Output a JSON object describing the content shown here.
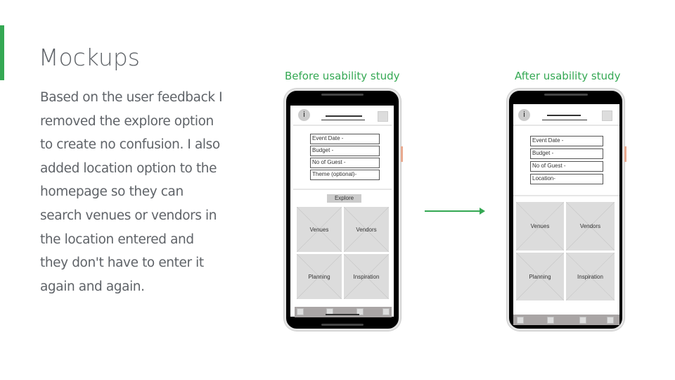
{
  "slide": {
    "title": "Mockups",
    "body": "Based on the user feedback I removed the explore option to create no confusion. I also added location option to the homepage so they can search venues or vendors in the location entered and they don't have to enter it again and again.",
    "accent_color": "#34a853"
  },
  "before": {
    "caption": "Before usability study",
    "fields": [
      "Event Date -",
      "Budget -",
      "No of Guest -",
      "Theme (optional)-"
    ],
    "button": "Explore",
    "tiles": [
      "Venues",
      "Vendors",
      "Planning",
      "Inspiration"
    ]
  },
  "after": {
    "caption": "After usability study",
    "fields": [
      "Event Date -",
      "Budget -",
      "No of Guest -",
      "Location-"
    ],
    "tiles": [
      "Venues",
      "Vendors",
      "Planning",
      "Inspiration"
    ]
  }
}
